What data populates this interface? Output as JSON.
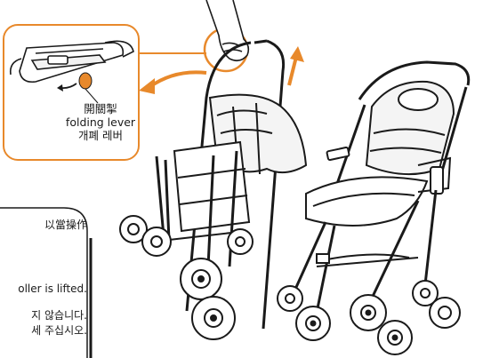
{
  "lever_callout": {
    "line_zh": "開關掣",
    "line_en": "folding lever",
    "line_ko": "개폐 레버"
  },
  "note_fragment": {
    "line_1": "以當操作",
    "line_2": "oller is lifted.",
    "line_3": "지 않습니다.",
    "line_4": "세 주십시오."
  },
  "colors": {
    "accent": "#e8892b",
    "line": "#1a1a1a"
  },
  "icons": [
    "curved-arrow-icon",
    "up-arrow-icon",
    "small-arrow-icon"
  ]
}
